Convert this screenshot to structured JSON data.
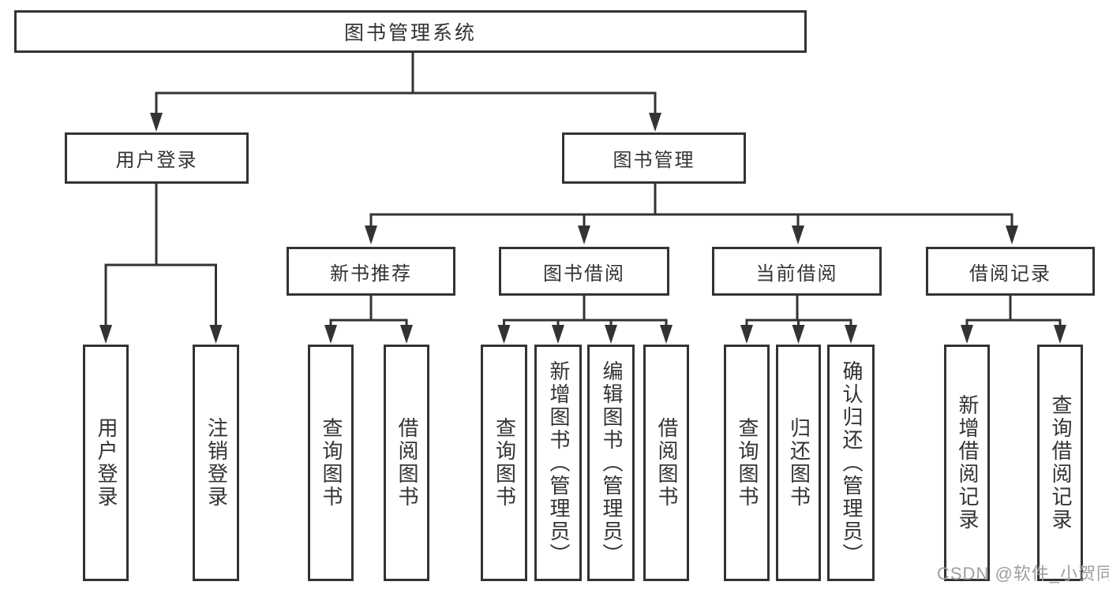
{
  "colors": {
    "line": "#333333",
    "text": "#333333",
    "box_fill": "#ffffff",
    "background": "#ffffff",
    "watermark": "#9e9e9e"
  },
  "tree": {
    "root": {
      "label": "图书管理系统"
    },
    "level2": [
      {
        "label": "用户登录",
        "children": [
          {
            "label": "用户登录"
          },
          {
            "label": "注销登录"
          }
        ]
      },
      {
        "label": "图书管理",
        "children": [
          {
            "label": "新书推荐",
            "children": [
              {
                "label": "查询图书"
              },
              {
                "label": "借阅图书"
              }
            ]
          },
          {
            "label": "图书借阅",
            "children": [
              {
                "label": "查询图书"
              },
              {
                "label": "新增图书（管理员）"
              },
              {
                "label": "编辑图书（管理员）"
              },
              {
                "label": "借阅图书"
              }
            ]
          },
          {
            "label": "当前借阅",
            "children": [
              {
                "label": "查询图书"
              },
              {
                "label": "归还图书"
              },
              {
                "label": "确认归还（管理员）"
              }
            ]
          },
          {
            "label": "借阅记录",
            "children": [
              {
                "label": "新增借阅记录"
              },
              {
                "label": "查询借阅记录"
              }
            ]
          }
        ]
      }
    ]
  },
  "watermark": {
    "text": "CSDN @软件_小贺同学"
  }
}
